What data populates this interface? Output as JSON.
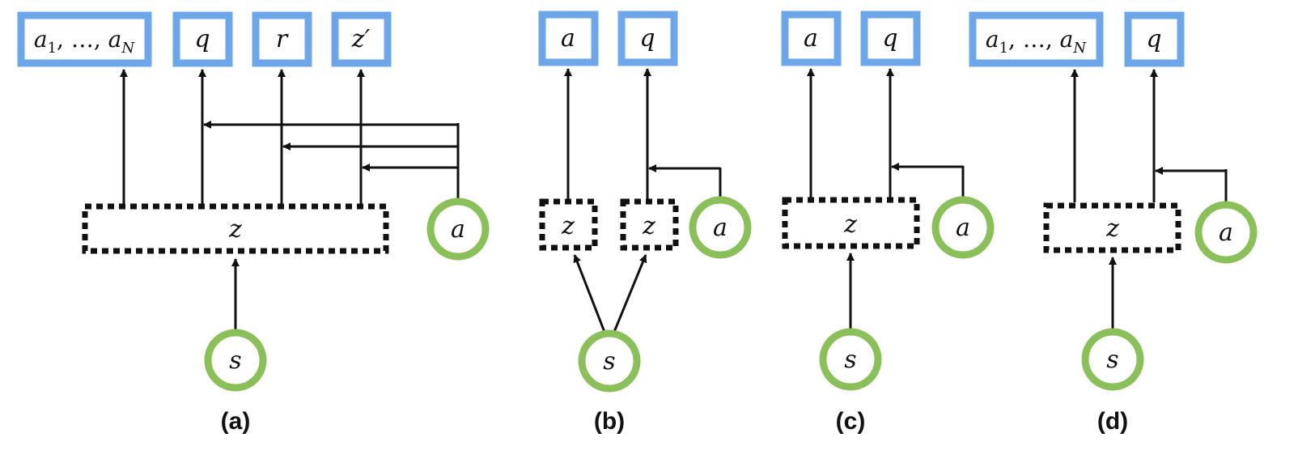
{
  "colors": {
    "output_box": "#6ea6ea",
    "input_circle": "#8bbf59",
    "latent_box": "#111111",
    "arrow": "#111111"
  },
  "panels": {
    "a": {
      "caption": "(a)",
      "outputs": {
        "actions": "a",
        "actions_sub1": "1",
        "actions_sep": ", …, ",
        "actions_last": "a",
        "actions_subN": "N",
        "q": "q",
        "r": "r",
        "zprime": "z′"
      },
      "latent": "z",
      "action_input": "a",
      "state_input": "s"
    },
    "b": {
      "caption": "(b)",
      "outputs": {
        "a": "a",
        "q": "q"
      },
      "latent_left": "z",
      "latent_right": "z",
      "action_input": "a",
      "state_input": "s"
    },
    "c": {
      "caption": "(c)",
      "outputs": {
        "a": "a",
        "q": "q"
      },
      "latent": "z",
      "action_input": "a",
      "state_input": "s"
    },
    "d": {
      "caption": "(d)",
      "outputs": {
        "actions": "a",
        "actions_sub1": "1",
        "actions_sep": ", …, ",
        "actions_last": "a",
        "actions_subN": "N",
        "q": "q"
      },
      "latent": "z",
      "action_input": "a",
      "state_input": "s"
    }
  }
}
